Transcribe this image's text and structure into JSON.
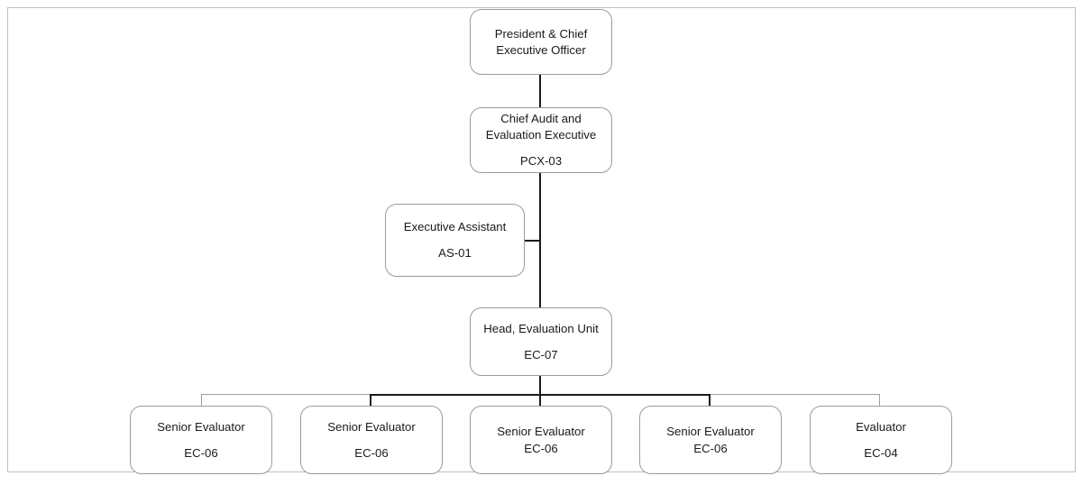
{
  "chart_data": {
    "type": "diagram",
    "diagram_type": "organizational-chart",
    "title": "",
    "orientation": "top-down",
    "theme": {
      "background": "#ffffff",
      "box_border": "#9c9c9c",
      "box_fill": "#ffffff",
      "text": "#1a1a1a",
      "connector_light": "#9c9c9c",
      "connector_dark": "#1a1a1a",
      "frame": "#bfbfbf"
    },
    "nodes": [
      {
        "id": "ceo",
        "title": "President & Chief",
        "title2": "Executive Officer",
        "code": ""
      },
      {
        "id": "caee",
        "title": "Chief Audit and",
        "title2": "Evaluation Executive",
        "code": "PCX-03"
      },
      {
        "id": "ea",
        "title": "Executive Assistant",
        "title2": "",
        "code": "AS-01"
      },
      {
        "id": "head",
        "title": "Head, Evaluation Unit",
        "title2": "",
        "code": "EC-07"
      },
      {
        "id": "se1",
        "title": "Senior Evaluator",
        "title2": "",
        "code": "EC-06"
      },
      {
        "id": "se2",
        "title": "Senior Evaluator",
        "title2": "",
        "code": "EC-06"
      },
      {
        "id": "se3",
        "title": "Senior Evaluator",
        "title2": "",
        "code": "EC-06"
      },
      {
        "id": "se4",
        "title": "Senior Evaluator",
        "title2": "",
        "code": "EC-06"
      },
      {
        "id": "ev5",
        "title": "Evaluator",
        "title2": "",
        "code": "EC-04"
      }
    ],
    "edges": [
      {
        "from": "ceo",
        "to": "caee"
      },
      {
        "from": "caee",
        "to": "ea"
      },
      {
        "from": "caee",
        "to": "head"
      },
      {
        "from": "head",
        "to": "se1"
      },
      {
        "from": "head",
        "to": "se2"
      },
      {
        "from": "head",
        "to": "se3"
      },
      {
        "from": "head",
        "to": "se4"
      },
      {
        "from": "head",
        "to": "ev5"
      }
    ]
  },
  "nodes": {
    "ceo": {
      "line1": "President & Chief",
      "line2": "Executive Officer",
      "code": ""
    },
    "caee": {
      "line1": "Chief Audit and",
      "line2": "Evaluation Executive",
      "code": "PCX-03"
    },
    "ea": {
      "line1": "Executive Assistant",
      "code": "AS-01"
    },
    "head": {
      "line1": "Head, Evaluation Unit",
      "code": "EC-07"
    },
    "se1": {
      "line1": "Senior Evaluator",
      "code": "EC-06"
    },
    "se2": {
      "line1": "Senior Evaluator",
      "code": "EC-06"
    },
    "se3": {
      "line1": "Senior Evaluator",
      "code": "EC-06"
    },
    "se4": {
      "line1": "Senior Evaluator",
      "code": "EC-06"
    },
    "ev5": {
      "line1": "Evaluator",
      "code": "EC-04"
    }
  }
}
